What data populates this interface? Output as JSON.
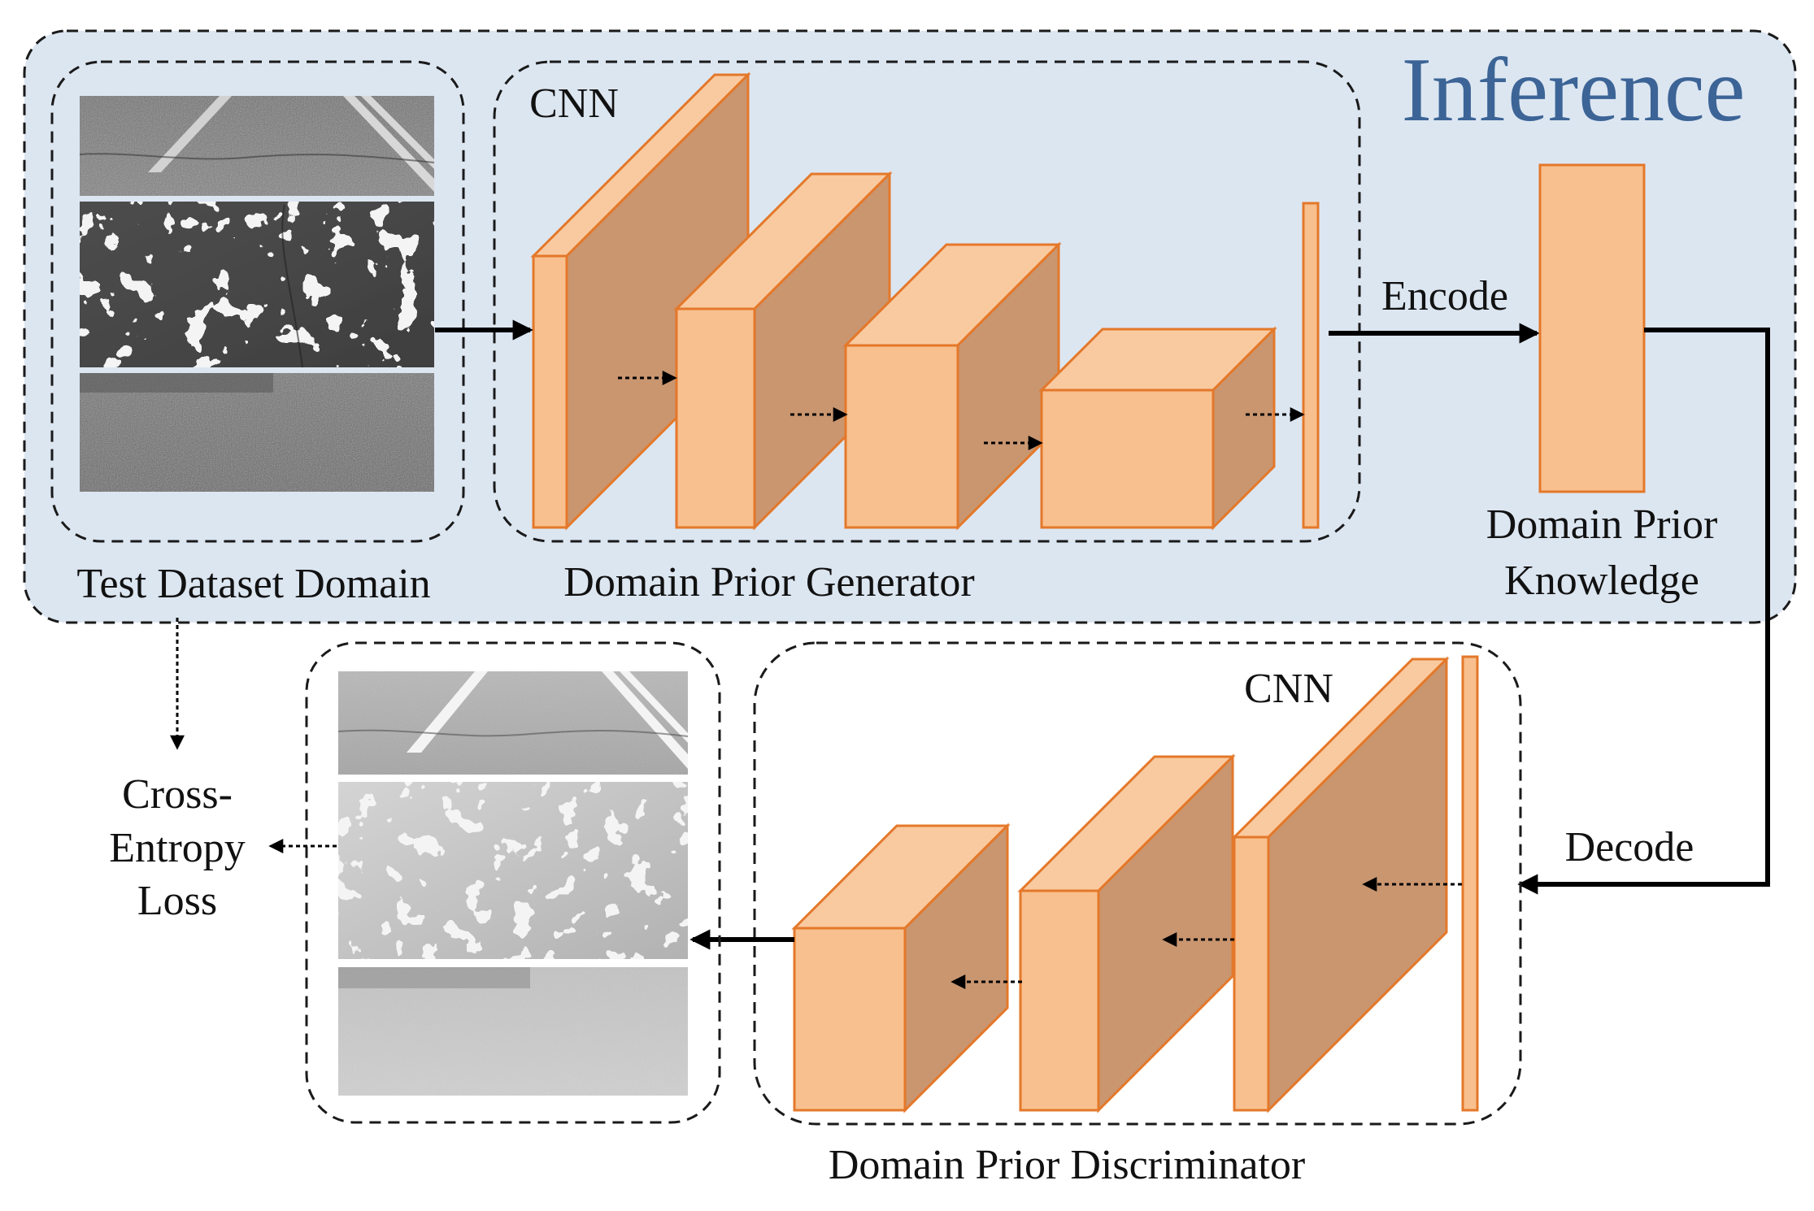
{
  "inference": {
    "title": "Inference"
  },
  "test_domain": {
    "label": "Test Dataset Domain"
  },
  "generator": {
    "cnn_label": "CNN",
    "label": "Domain Prior Generator"
  },
  "encode": {
    "label": "Encode"
  },
  "prior_knowledge": {
    "label_line1": "Domain Prior",
    "label_line2": "Knowledge"
  },
  "decode": {
    "label": "Decode"
  },
  "discriminator": {
    "cnn_label": "CNN",
    "label": "Domain Prior Discriminator"
  },
  "loss": {
    "line1": "Cross-",
    "line2": "Entropy",
    "line3": "Loss"
  },
  "colors": {
    "inference_panel": "#dce6f1",
    "inference_title": "#3c6496",
    "block_front": "#f8c08e",
    "block_top": "#f9caa0",
    "block_side": "#c99670",
    "block_edge": "#e4782a"
  }
}
